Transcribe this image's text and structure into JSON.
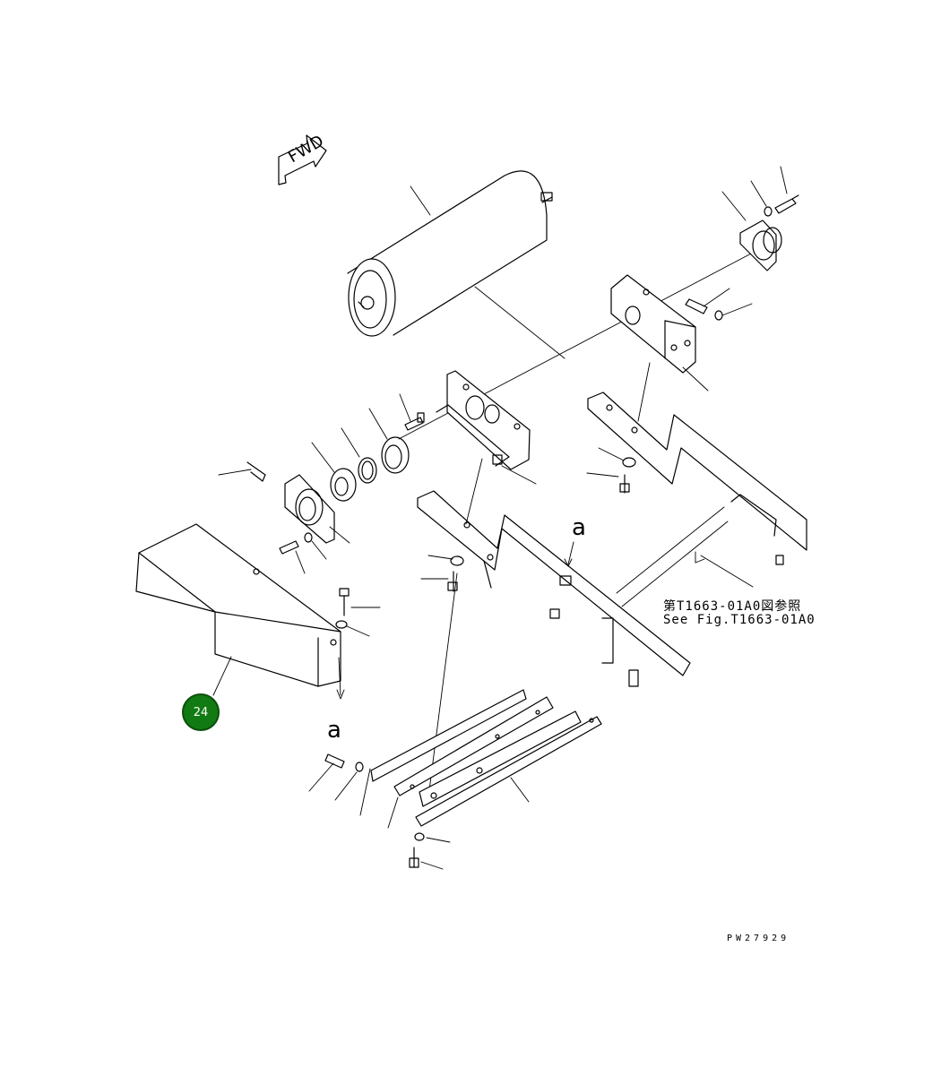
{
  "diagram": {
    "fwd_label": "FWD",
    "reference_jp": "第T1663-01A0図参照",
    "reference_en": "See Fig.T1663-01A0",
    "reference_mark_top": "a",
    "reference_mark_bottom": "a",
    "drawing_code": "PW27929",
    "callouts": [
      {
        "number": "24",
        "color": "#127a12"
      }
    ]
  }
}
